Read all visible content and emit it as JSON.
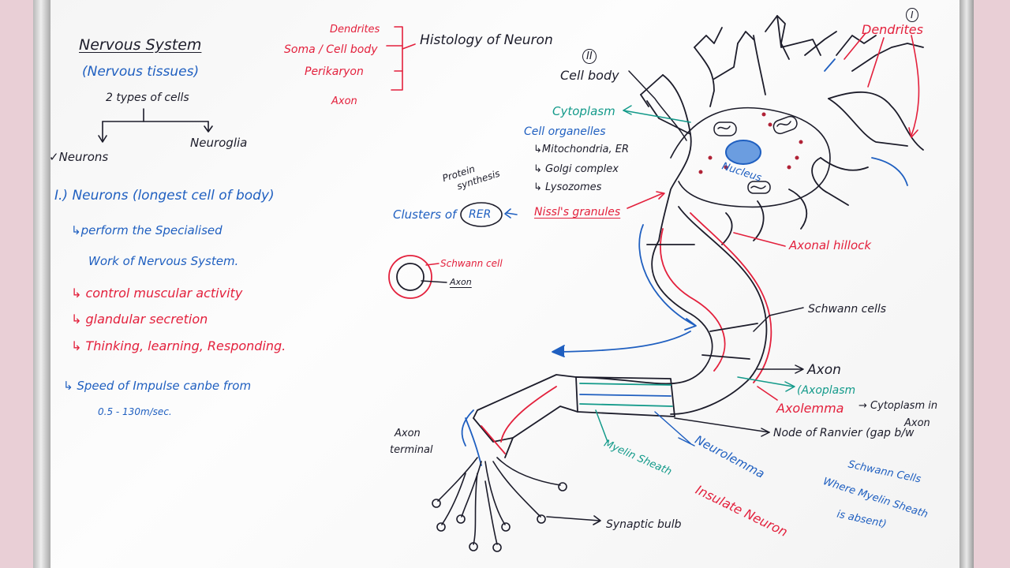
{
  "colors": {
    "ink_black": "#1c1c2a",
    "ink_red": "#e3203c",
    "ink_blue": "#1f5fc0",
    "ink_teal": "#139a8a",
    "board": "#fbfbfb"
  },
  "left": {
    "title": "Nervous System",
    "subtitle": "(Nervous tissues)",
    "types": "2 types of cells",
    "neurons": "✓Neurons",
    "neuroglia": "Neuroglia",
    "heading": "I.) Neurons (longest cell of body)",
    "perform1": "↳perform the Specialised",
    "perform2": "Work of Nervous System.",
    "b1": "↳ control muscular activity",
    "b2": "↳ glandular secretion",
    "b3": "↳ Thinking, learning, Responding.",
    "speed1": "↳ Speed of Impulse canbe from",
    "speed2": "0.5 - 130m/sec."
  },
  "histology": {
    "dendrites": "Dendrites",
    "soma": "Soma / Cell body",
    "perikaryon": "Perikaryon",
    "axon": "Axon",
    "title": "Histology of Neuron"
  },
  "middle": {
    "protein": "Protein",
    "synthesis": "synthesis",
    "clusters": "Clusters of",
    "rer": "RER",
    "nissl": "Nissl's granules",
    "schwann_cell": "Schwann cell",
    "axon_small": "Axon",
    "axon_terminal1": "Axon",
    "axon_terminal2": "terminal"
  },
  "right": {
    "num2": "II",
    "num1": "I",
    "cell_body": "Cell body",
    "dendrites": "Dendrites",
    "cytoplasm": "Cytoplasm",
    "organelles": "Cell organelles",
    "mito": "↳Mitochondria, ER",
    "golgi": "↳ Golgi complex",
    "lyso": "↳ Lysozomes",
    "nucleus": "Nucleus",
    "hillock": "Axonal hillock",
    "schwann_cells": "Schwann cells",
    "axon": "Axon",
    "axoplasm": "(Axoplasm",
    "cyto_in": "→ Cytoplasm in",
    "cyto_axon": "Axon",
    "axolemma": "Axolemma",
    "ranvier": "Node of Ranvier (gap b/w",
    "ranvier2": "Schwann Cells",
    "ranvier3": "Where Myelin Sheath",
    "ranvier4": "is absent)",
    "myelin": "Myelin Sheath",
    "neurolemma": "Neurolemma",
    "insulate": "Insulate Neuron",
    "synaptic": "Synaptic bulb"
  }
}
